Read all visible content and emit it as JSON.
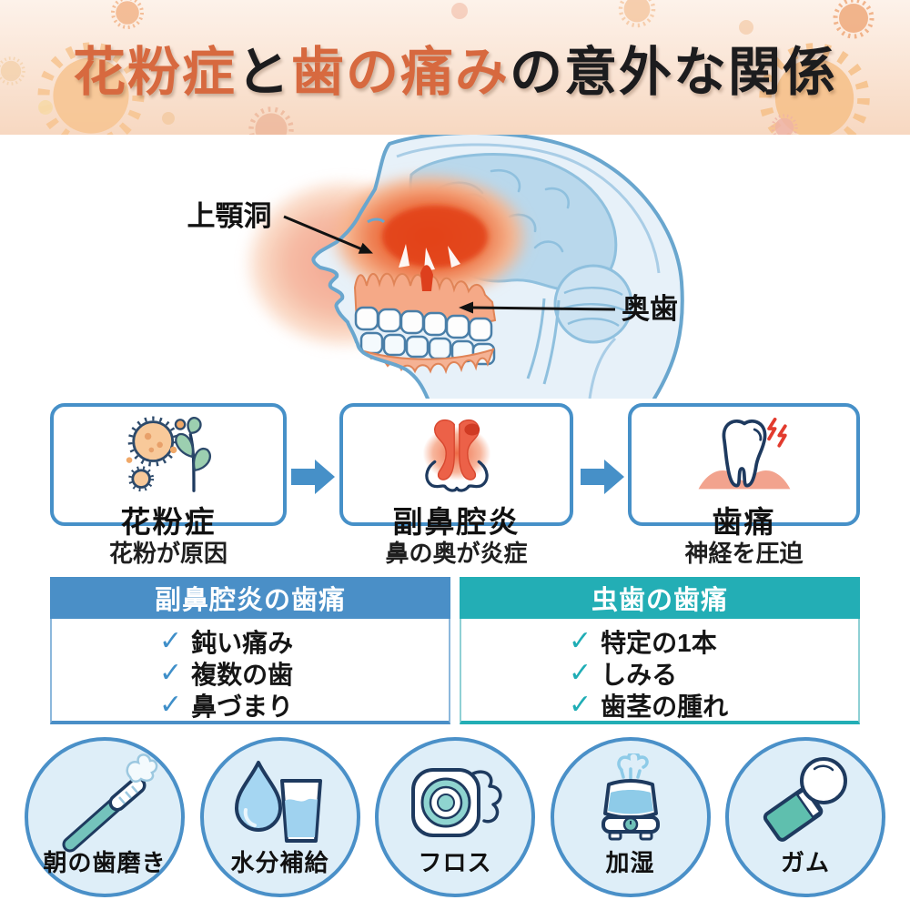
{
  "title": {
    "highlight_1": "花粉症",
    "connector": "と",
    "highlight_2": "歯の痛み",
    "rest": "の意外な関係"
  },
  "anatomy": {
    "sinus_label": "上顎洞",
    "molar_label": "奥歯"
  },
  "flow": {
    "steps": [
      {
        "label": "花粉症",
        "caption": "花粉が原因",
        "icon": "pollen-icon"
      },
      {
        "label": "副鼻腔炎",
        "caption": "鼻の奥が炎症",
        "icon": "nose-sinus-icon"
      },
      {
        "label": "歯痛",
        "caption": "神経を圧迫",
        "icon": "tooth-pain-icon"
      }
    ]
  },
  "comparison": {
    "check_glyph": "✓",
    "columns": [
      {
        "header": "副鼻腔炎の歯痛",
        "items": [
          "鈍い痛み",
          "複数の歯",
          "鼻づまり"
        ]
      },
      {
        "header": "虫歯の歯痛",
        "items": [
          "特定の1本",
          "しみる",
          "歯茎の腫れ"
        ]
      }
    ]
  },
  "tips": {
    "items": [
      {
        "label": "朝の歯磨き",
        "icon": "toothbrush-icon"
      },
      {
        "label": "水分補給",
        "icon": "hydration-icon"
      },
      {
        "label": "フロス",
        "icon": "floss-icon"
      },
      {
        "label": "加湿",
        "icon": "humidifier-icon"
      },
      {
        "label": "ガム",
        "icon": "gum-icon"
      }
    ]
  },
  "colors": {
    "accent_orange": "#d7693f",
    "ink": "#1c1c1e",
    "banner_top": "#fdf2ea",
    "banner_bottom": "#f7d8c1",
    "blue": "#4690c8",
    "navy": "#1e3a5f",
    "table_blue": "#4a8fc7",
    "table_teal": "#23aeb5",
    "check_blue": "#3f8fc9",
    "check_teal": "#1fadb5",
    "circle_fill": "#deeef8",
    "circle_border": "#4a90c8",
    "sinus_red": "#e84d22",
    "head_stroke": "#69a6ce",
    "head_fill": "#e7f1f9",
    "brain_fill": "#b9d8ec"
  }
}
